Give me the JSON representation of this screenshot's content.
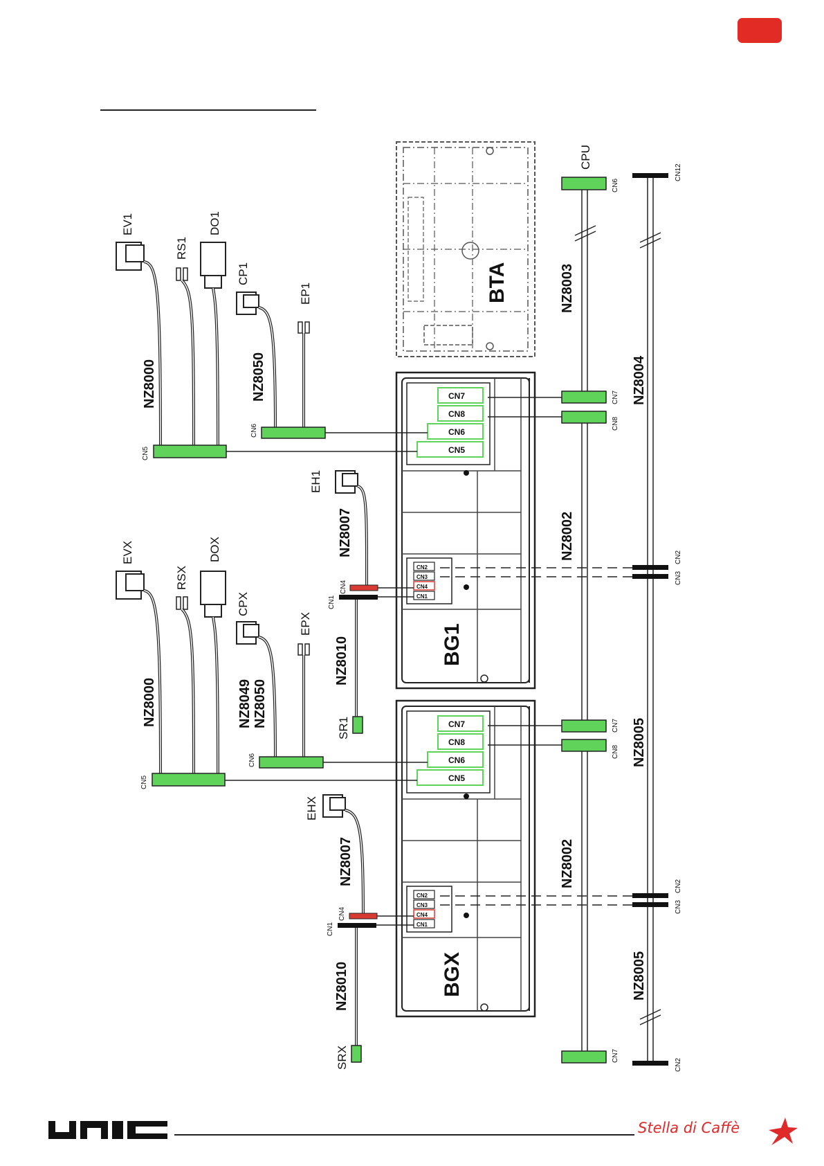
{
  "header": {
    "page_tab_color": "#e32b26"
  },
  "footer": {
    "brand_left": "UNIC",
    "brand_right": "Stella di Caffè"
  },
  "colors": {
    "connector_green": "#5fd35a",
    "connector_red": "#d93a32",
    "connector_black": "#111111"
  },
  "boards": {
    "bta": "BTA",
    "bg1": "BG1",
    "bgx": "BGX"
  },
  "components_group1": {
    "ev": "EV1",
    "rs": "RS1",
    "do": "DO1",
    "cp": "CP1",
    "ep": "EP1",
    "eh": "EH1",
    "sr": "SR1"
  },
  "components_groupx": {
    "ev": "EVX",
    "rs": "RSX",
    "do": "DOX",
    "cp": "CPX",
    "ep": "EPX",
    "eh": "EHX",
    "sr": "SRX"
  },
  "harness": {
    "nz8000": "NZ8000",
    "nz8050": "NZ8050",
    "nz8049": "NZ8049",
    "nz8007": "NZ8007",
    "nz8010": "NZ8010",
    "nz8003": "NZ8003",
    "nz8004": "NZ8004",
    "nz8002": "NZ8002",
    "nz8005": "NZ8005"
  },
  "connectors": {
    "cn1": "CN1",
    "cn2": "CN2",
    "cn3": "CN3",
    "cn4": "CN4",
    "cn5": "CN5",
    "cn6": "CN6",
    "cn7": "CN7",
    "cn8": "CN8",
    "cn12": "CN12"
  },
  "cpu_label": "CPU"
}
